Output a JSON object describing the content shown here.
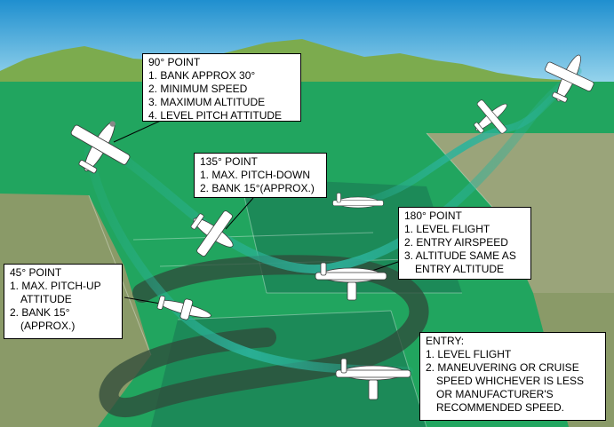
{
  "colors": {
    "sky_top": "#1f8fcf",
    "sky_bottom": "#9fd9ee",
    "mountain": "#7cab4e",
    "field_green": "#21a55f",
    "field_dark": "#1c8a58",
    "field_olive": "#8a9a68",
    "field_tan": "#9aa47a",
    "ribbon": "#2bb39b",
    "shadow": "#2f4a3a"
  },
  "callouts": {
    "p90": {
      "title": "90° POINT",
      "items": [
        "1. BANK APPROX 30°",
        "2. MINIMUM SPEED",
        "3. MAXIMUM ALTITUDE",
        "4. LEVEL PITCH ATTITUDE"
      ]
    },
    "p135": {
      "title": "135° POINT",
      "items": [
        "1. MAX. PITCH-DOWN",
        "2. BANK 15°(APPROX.)"
      ]
    },
    "p180": {
      "title": "180° POINT",
      "items": [
        "1. LEVEL FLIGHT",
        "2. ENTRY AIRSPEED",
        "3. ALTITUDE SAME AS",
        "ENTRY ALTITUDE"
      ]
    },
    "p45": {
      "title": "45° POINT",
      "items": [
        "1. MAX. PITCH-UP",
        "ATTITUDE",
        "2. BANK 15°",
        "(APPROX.)"
      ]
    },
    "entry": {
      "title": "ENTRY:",
      "items": [
        "1. LEVEL FLIGHT",
        "2. MANEUVERING OR CRUISE",
        "SPEED WHICHEVER IS LESS",
        "OR MANUFACTURER'S",
        "RECOMMENDED SPEED."
      ]
    }
  }
}
